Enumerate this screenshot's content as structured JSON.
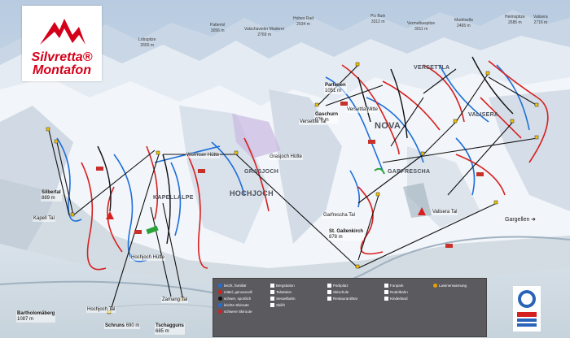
{
  "logo": {
    "line1": "Silvretta®",
    "line2": "Montafon"
  },
  "areas": {
    "hochjoch": "HOCHJOCH",
    "grasjoch": "GRASJOCH",
    "kapellalpe": "KAPELLALPE",
    "nova": "NOVA",
    "garfrescha": "GARFRESCHA",
    "versettla": "VERSETTLA",
    "valisera": "VALISERA"
  },
  "peaks": [
    {
      "name": "Patteriol",
      "elev": "3056 m"
    },
    {
      "name": "Valschavieler Maderer",
      "elev": "2769 m"
    },
    {
      "name": "Lobspitze",
      "elev": "2655 m"
    },
    {
      "name": "Hohes Rad",
      "elev": "2934 m"
    },
    {
      "name": "Piz Buin",
      "elev": "3312 m"
    },
    {
      "name": "Vermalbaspitze",
      "elev": "3011 m"
    },
    {
      "name": "Madrisella",
      "elev": "2465 m"
    },
    {
      "name": "Heimspitze",
      "elev": "2685 m"
    },
    {
      "name": "Valisera",
      "elev": "2716 m"
    }
  ],
  "towns": {
    "silbertal": {
      "name": "Silbertal",
      "elev": "889 m"
    },
    "kapellbahn": "Kapell Tal",
    "gaschurn": {
      "name": "Gaschurn",
      "elev": "979 m"
    },
    "partenen": {
      "name": "Partenen",
      "elev": "1051 m"
    },
    "st_gallenkirch": {
      "name": "St. Gallenkirch",
      "elev": "878 m"
    },
    "schruns": {
      "name": "Schruns",
      "elev": "690 m"
    },
    "tschagguns": {
      "name": "Tschagguns",
      "elev": "685 m"
    },
    "bartholomaeberg": {
      "name": "Bartholomäberg",
      "elev": "1087 m"
    },
    "gargellen": "Gargellen",
    "versettla_mitte": "Versettla Mitte",
    "garfrescha_tal": "Garfrescha Tal",
    "valisera_tal": "Valisera Tal",
    "hochjoch_huette": "Hochjoch Hütte",
    "wormser_huette": "Wormser Hütte",
    "gaschurn_mitte": "Versettla Tal",
    "gravsijoch": "Grasjoch Hütte",
    "zamang": "Zamang Tal",
    "hochjochbahn": "Hochjoch Tal"
  },
  "legend": [
    {
      "label": "leicht, familiär",
      "color": "#1e6fd9"
    },
    {
      "label": "mittel, genussvoll",
      "color": "#d62020"
    },
    {
      "label": "schwer, sportlich",
      "color": "#111111"
    },
    {
      "label": "leichte Skiroute",
      "color": "#1e6fd9"
    },
    {
      "label": "schwere Skiroute",
      "color": "#d62020"
    },
    {
      "label": "Bergstation",
      "color": "#111111"
    },
    {
      "label": "Talstation",
      "color": "#111111"
    },
    {
      "label": "Sesselbahn",
      "color": "#111111"
    },
    {
      "label": "Skilift",
      "color": "#111111"
    },
    {
      "label": "Parkplatz",
      "color": "#111111"
    },
    {
      "label": "Skischule",
      "color": "#111111"
    },
    {
      "label": "Restaurant/Bar",
      "color": "#111111"
    },
    {
      "label": "Funpark",
      "color": "#111111"
    },
    {
      "label": "Rodelbahn",
      "color": "#111111"
    },
    {
      "label": "Kinderland",
      "color": "#111111"
    },
    {
      "label": "Lawinenwarnung",
      "color": "#e8a000"
    }
  ],
  "colors": {
    "blue": "#1e6fd9",
    "red": "#d62020",
    "black": "#111111",
    "yellow": "#f2c200",
    "green": "#2aa33a"
  }
}
